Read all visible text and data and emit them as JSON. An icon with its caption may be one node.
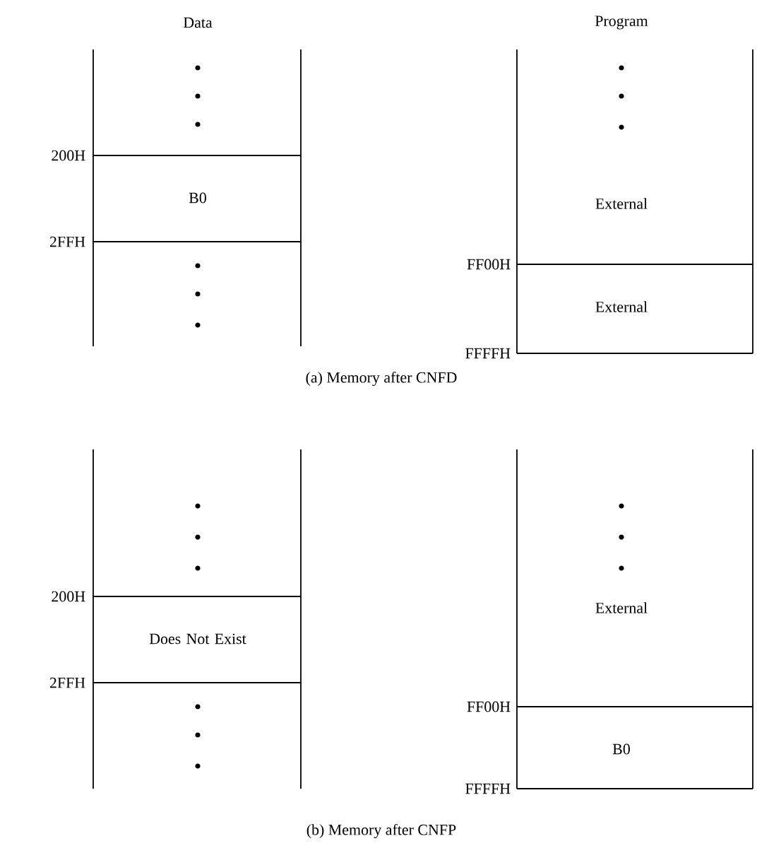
{
  "diagram": {
    "nodes": [
      {
        "text": [
          "B0"
        ]
      },
      {
        "text": [
          "External"
        ]
      },
      {
        "text": [
          "External"
        ]
      },
      {
        "text": [
          "Does Not Exist"
        ]
      },
      {
        "text": [
          "External"
        ]
      },
      {
        "text": [
          "B0"
        ]
      }
    ],
    "labels": [
      "Data",
      "Program",
      "200H",
      "2FFH",
      "FF00H",
      "FFFFH",
      "(a) Memory after CNFD",
      "200H",
      "2FFH",
      "FF00H",
      "FFFFH",
      "(b) Memory after CNFP"
    ]
  }
}
